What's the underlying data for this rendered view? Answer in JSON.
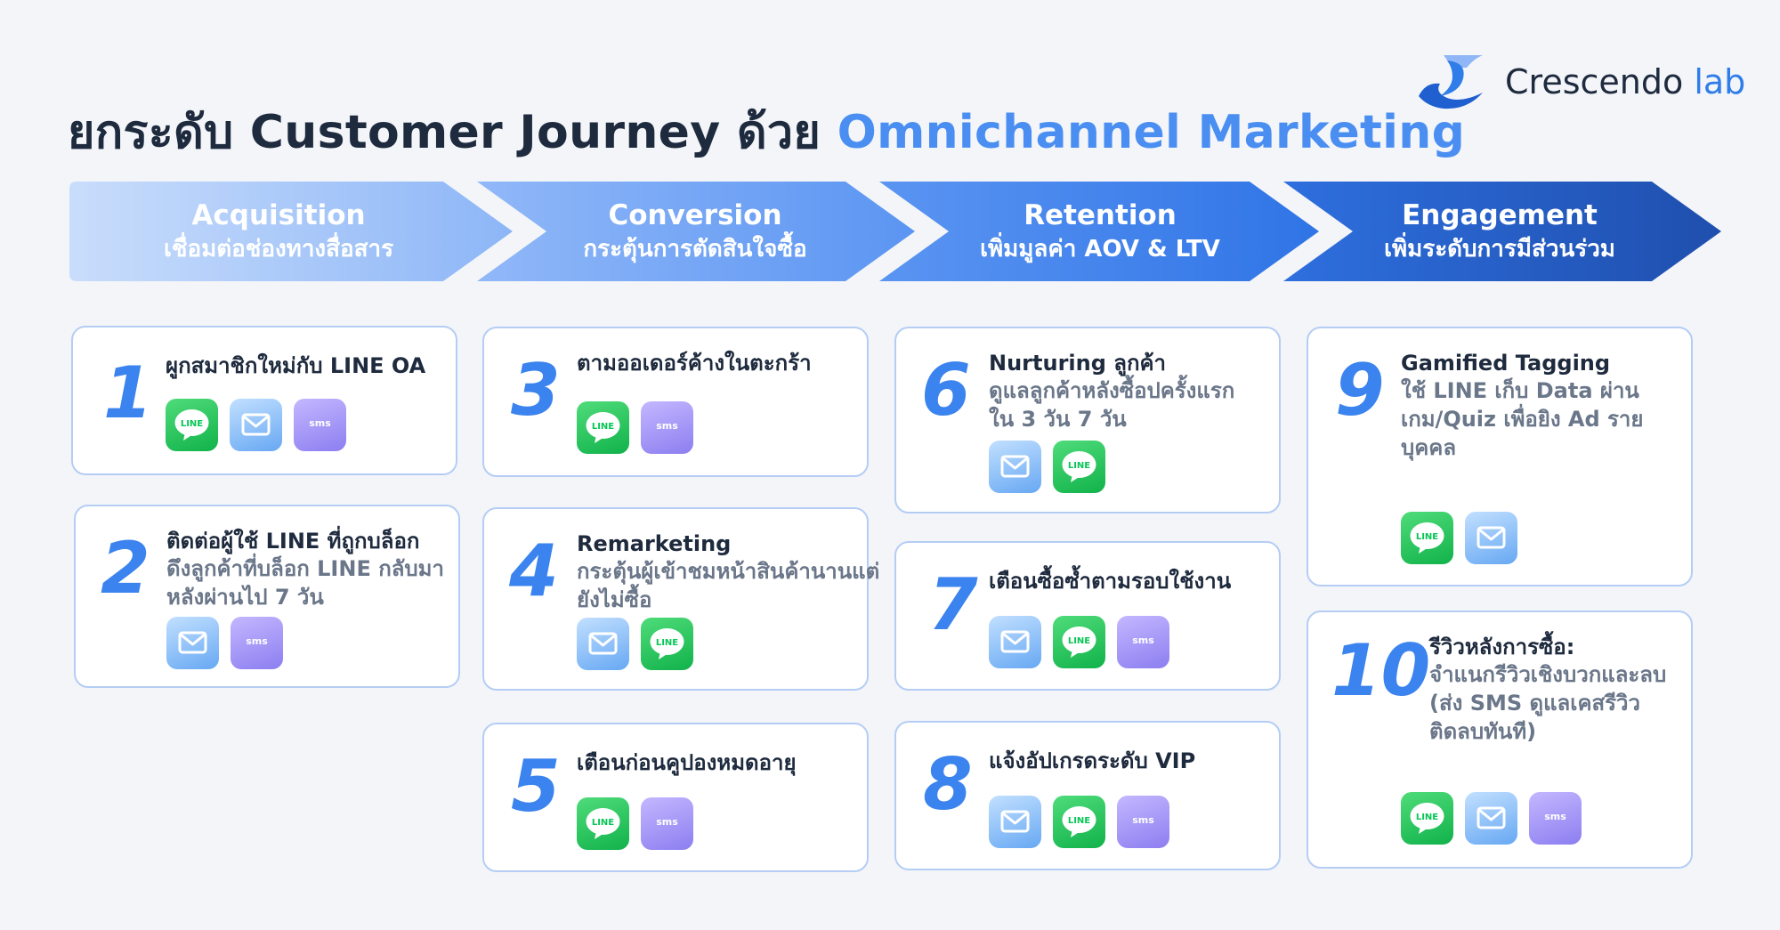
{
  "title": {
    "part1": "ยกระดับ Customer Journey ด้วย ",
    "highlight": "Omnichannel Marketing"
  },
  "logo": {
    "name": "Crescendo",
    "suffix": "lab"
  },
  "colors": {
    "accent": "#4a8ef2",
    "number": "#3b83ee",
    "line_green": "#06c755",
    "mail_blue": "#67a8f3",
    "sms_purple": "#8c7ef0"
  },
  "stages": [
    {
      "name": "Acquisition",
      "sub": "เชื่อมต่อช่องทางสื่อสาร"
    },
    {
      "name": "Conversion",
      "sub": "กระตุ้นการตัดสินใจซื้อ"
    },
    {
      "name": "Retention",
      "sub": "เพิ่มมูลค่า AOV & LTV"
    },
    {
      "name": "Engagement",
      "sub": "เพิ่มระดับการมีส่วนร่วม"
    }
  ],
  "icon_labels": {
    "line": "LINE",
    "sms": "sms"
  },
  "cards": [
    {
      "num": "1",
      "title": "ผูกสมาชิกใหม่กับ LINE OA",
      "sub": [],
      "icons": [
        "line",
        "mail",
        "sms"
      ]
    },
    {
      "num": "2",
      "title": "ติดต่อผู้ใช้ LINE ที่ถูกบล็อก",
      "sub": [
        "ดึงลูกค้าที่บล็อก LINE กลับมา",
        "หลังผ่านไป 7 วัน"
      ],
      "icons": [
        "mail",
        "sms"
      ]
    },
    {
      "num": "3",
      "title": "ตามออเดอร์ค้างในตะกร้า",
      "sub": [],
      "icons": [
        "line",
        "sms"
      ]
    },
    {
      "num": "4",
      "title": "Remarketing",
      "sub": [
        "กระตุ้นผู้เข้าชมหน้าสินค้านานแต่",
        "ยังไม่ซื้อ"
      ],
      "icons": [
        "mail",
        "line"
      ]
    },
    {
      "num": "5",
      "title": "เตือนก่อนคูปองหมดอายุ",
      "sub": [],
      "icons": [
        "line",
        "sms"
      ]
    },
    {
      "num": "6",
      "title": "Nurturing ลูกค้า",
      "sub": [
        "ดูแลลูกค้าหลังซื้อปครั้งแรก",
        "ใน 3 วัน 7 วัน"
      ],
      "icons": [
        "mail",
        "line"
      ]
    },
    {
      "num": "7",
      "title": "เตือนซื้อซ้ำตามรอบใช้งาน",
      "sub": [],
      "icons": [
        "mail",
        "line",
        "sms"
      ]
    },
    {
      "num": "8",
      "title": "แจ้งอัปเกรดระดับ VIP",
      "sub": [],
      "icons": [
        "mail",
        "line",
        "sms"
      ]
    },
    {
      "num": "9",
      "title": "Gamified Tagging",
      "sub": [
        "ใช้ LINE เก็บ Data ผ่าน",
        "เกม/Quiz เพื่อยิง Ad ราย",
        "บุคคล"
      ],
      "icons": [
        "line",
        "mail"
      ]
    },
    {
      "num": "10",
      "title": "รีวิวหลังการซื้อ:",
      "sub": [
        "จำแนกรีวิวเชิงบวกและลบ",
        "(ส่ง SMS ดูแลเคสรีวิว",
        "ติดลบทันที)"
      ],
      "icons": [
        "line",
        "mail",
        "sms"
      ]
    }
  ]
}
